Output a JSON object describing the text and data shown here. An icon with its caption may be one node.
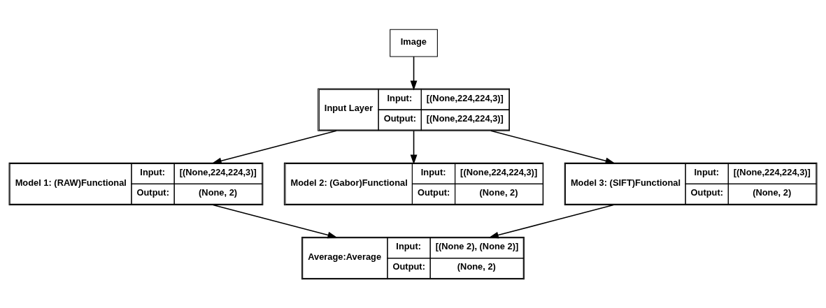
{
  "diagram": {
    "nodes": [
      {
        "text": [
          "Image"
        ]
      },
      {
        "text": [
          "Input Layer",
          "Input:",
          "[(None,224,224,3)]",
          "Output:",
          "[(None,224,224,3)]"
        ]
      },
      {
        "text": [
          "Model 1: (RAW)Functional",
          "Input:",
          "[(None,224,224,3)]",
          "Output:",
          "(None, 2)"
        ]
      },
      {
        "text": [
          "Model 2: (Gabor)Functional",
          "Input:",
          "[(None,224,224,3)]",
          "Output:",
          "(None, 2)"
        ]
      },
      {
        "text": [
          "Model 3: (SIFT)Functional",
          "Input:",
          "[(None,224,224,3)]",
          "Output:",
          "(None, 2)"
        ]
      },
      {
        "text": [
          "Average:Average",
          "Input:",
          "[(None 2), (None 2)]",
          "Output:",
          "(None, 2)"
        ]
      }
    ],
    "edges": [
      {
        "from": 0,
        "to": 1,
        "arrow": "to"
      },
      {
        "from": 1,
        "to": 2,
        "arrow": "to"
      },
      {
        "from": 1,
        "to": 3,
        "arrow": "to"
      },
      {
        "from": 1,
        "to": 4,
        "arrow": "to"
      },
      {
        "from": 2,
        "to": 5,
        "arrow": "to"
      },
      {
        "from": 4,
        "to": 5,
        "arrow": "to"
      }
    ]
  }
}
